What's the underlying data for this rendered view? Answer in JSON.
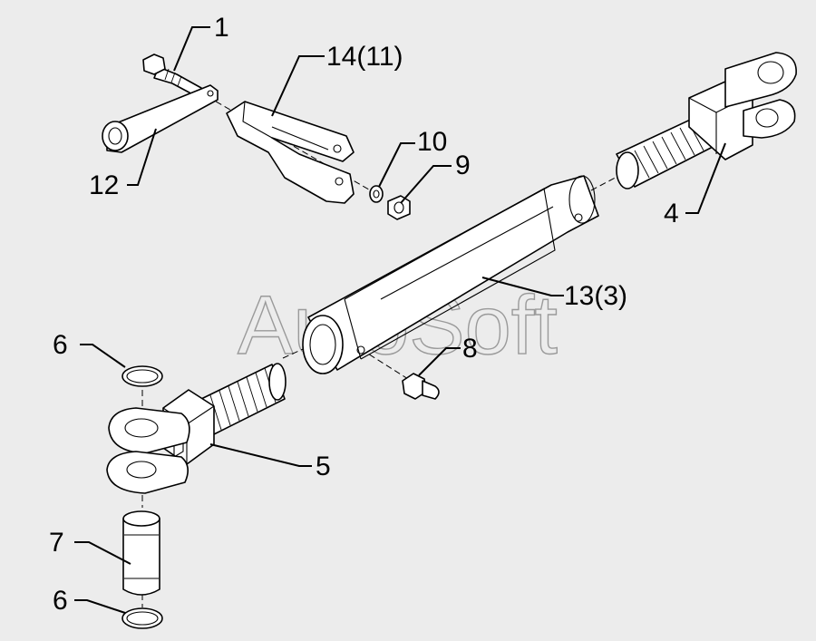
{
  "watermark": "AutoSoft",
  "callouts": {
    "c1": "1",
    "c14": "14(11)",
    "c12": "12",
    "c10": "10",
    "c9": "9",
    "c4": "4",
    "c13": "13(3)",
    "c6a": "6",
    "c8": "8",
    "c5": "5",
    "c7": "7",
    "c6b": "6"
  }
}
